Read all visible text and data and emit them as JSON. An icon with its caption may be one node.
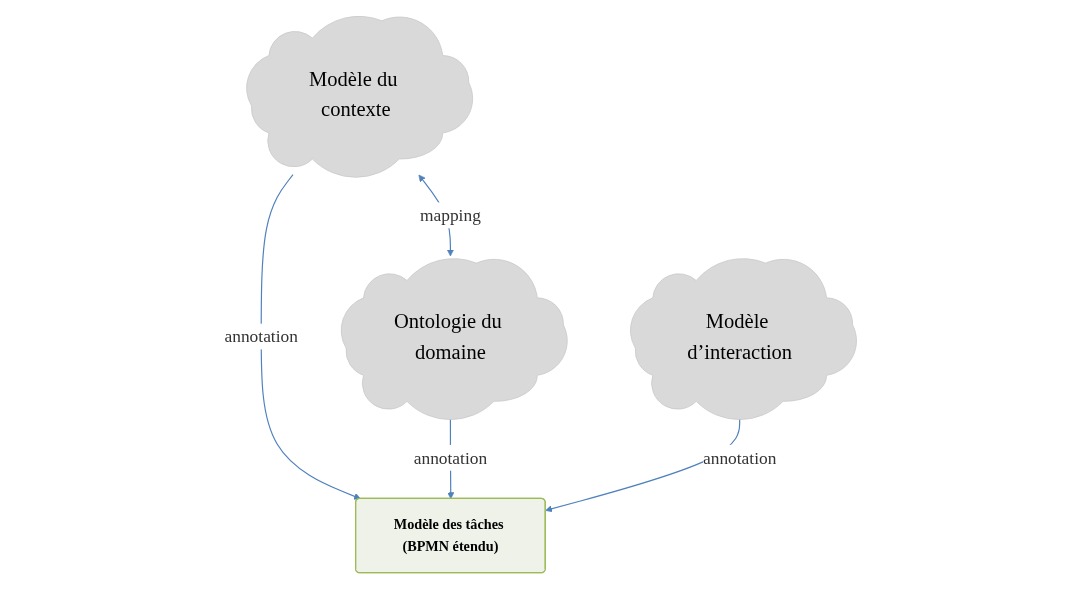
{
  "diagram": {
    "nodes": [
      {
        "text": [
          "Modèle du contexte"
        ]
      },
      {
        "text": [
          "Ontologie du domaine"
        ]
      },
      {
        "text": [
          "Modèle des tâches (BPMN étendu)"
        ]
      },
      {
        "text": [
          "Modèle d’interaction"
        ]
      }
    ],
    "edges": [
      {
        "from": 0,
        "to": 1,
        "arrow": "both",
        "label": "mapping"
      },
      {
        "from": 0,
        "to": 2,
        "arrow": "to",
        "label": "annotation"
      },
      {
        "from": 1,
        "to": 2,
        "arrow": "to",
        "label": "annotation"
      },
      {
        "from": 3,
        "to": 2,
        "arrow": "to",
        "label": "annotation"
      }
    ]
  }
}
